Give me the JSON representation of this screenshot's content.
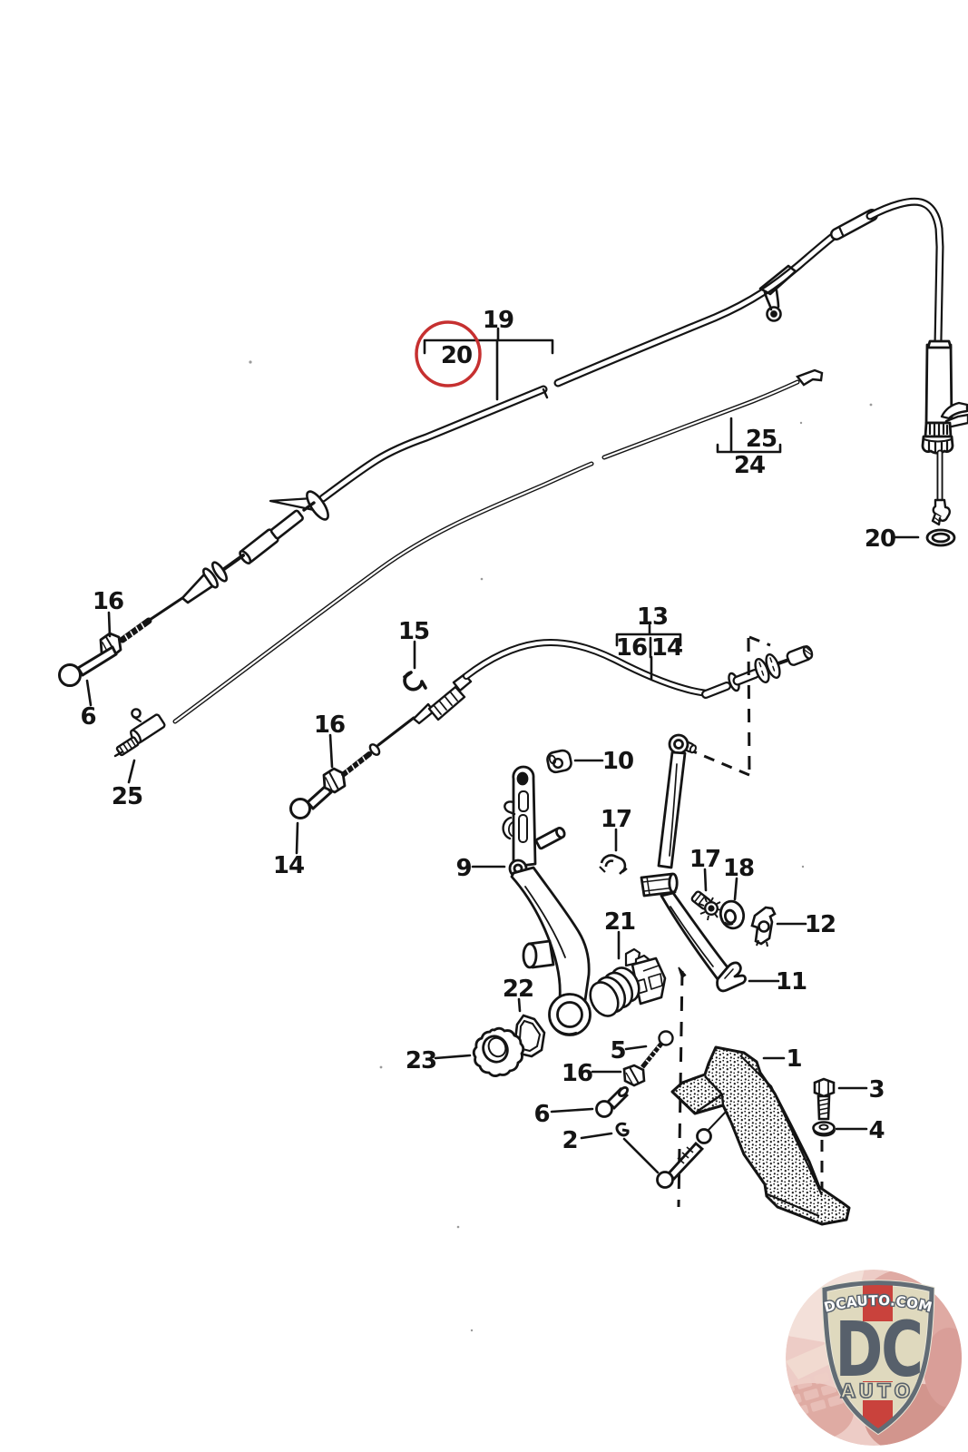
{
  "page": {
    "background": "#ffffff",
    "ink_color": "#141414",
    "type_label": "exploded-parts-diagram"
  },
  "annotation": {
    "highlight_color": "#c63030",
    "highlighted_part": "20"
  },
  "callouts": {
    "c19": "19",
    "c20_circled": "20",
    "c25_right": "25",
    "c24_right": "24",
    "c20_right": "20",
    "c16_upper_left": "16",
    "c6_upper_left": "6",
    "c25_left": "25",
    "c15": "15",
    "c13": "13",
    "c16_bracket": "16",
    "c14_bracket": "14",
    "c16_mid": "16",
    "c14": "14",
    "c10": "10",
    "c9": "9",
    "c17_clamp": "17",
    "c17_screw": "17",
    "c18": "18",
    "c12": "12",
    "c11": "11",
    "c21": "21",
    "c22": "22",
    "c23": "23",
    "c5": "5",
    "c16_bottom": "16",
    "c6_bottom": "6",
    "c2": "2",
    "c1": "1",
    "c3": "3",
    "c4": "4"
  },
  "watermark": {
    "domain": "DCAUTO.COM",
    "monogram": "DC",
    "brand": "AUTO",
    "shield_fill": "#ddd7ba",
    "shield_border": "#57616b",
    "stripe_color": "#c5342e",
    "letter_color": "#4b5560",
    "photo_tint": "#e5b9b2"
  }
}
